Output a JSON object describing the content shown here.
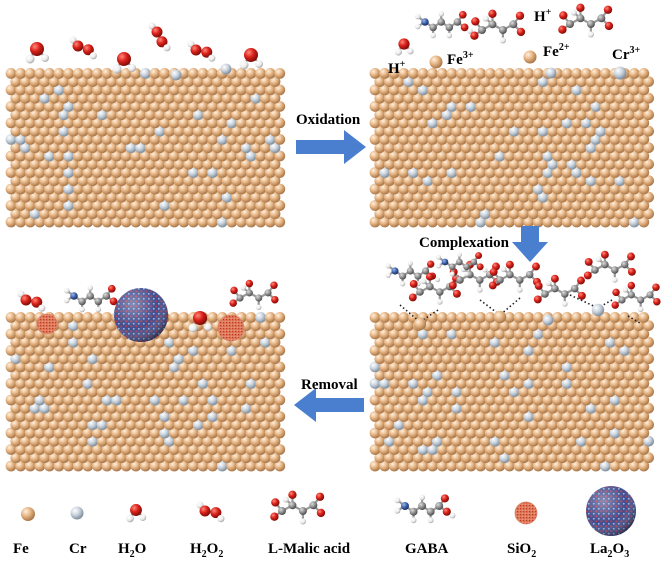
{
  "steps": {
    "oxidation": "Oxidation",
    "complexation": "Complexation",
    "removal": "Removal"
  },
  "ions": {
    "h_plus": "H",
    "h_plus_sup": "+",
    "fe3": "Fe",
    "fe3_sup": "3+",
    "fe2": "Fe",
    "fe2_sup": "2+",
    "cr3": "Cr",
    "cr3_sup": "3+"
  },
  "legend": {
    "fe": "Fe",
    "cr": "Cr",
    "h2o_main": "H",
    "h2o_sub": "2",
    "h2o_tail": "O",
    "h2o2_main": "H",
    "h2o2_sub": "2",
    "h2o2_mid": "O",
    "h2o2_sub2": "2",
    "malic": "L-Malic acid",
    "gaba": "GABA",
    "sio2_main": "SiO",
    "sio2_sub": "2",
    "la2o3_main": "La",
    "la2o3_sub": "2",
    "la2o3_mid": "O",
    "la2o3_sub2": "3"
  },
  "colors": {
    "fe": "#e8b98c",
    "cr": "#c9d4de",
    "oxygen": "#d9201a",
    "hydrogen": "#f4f4f4",
    "carbon": "#8d8d8d",
    "nitrogen": "#3b5fa8",
    "arrow": "#4a7fd0",
    "la2o3_core": "#3d4d8e"
  }
}
